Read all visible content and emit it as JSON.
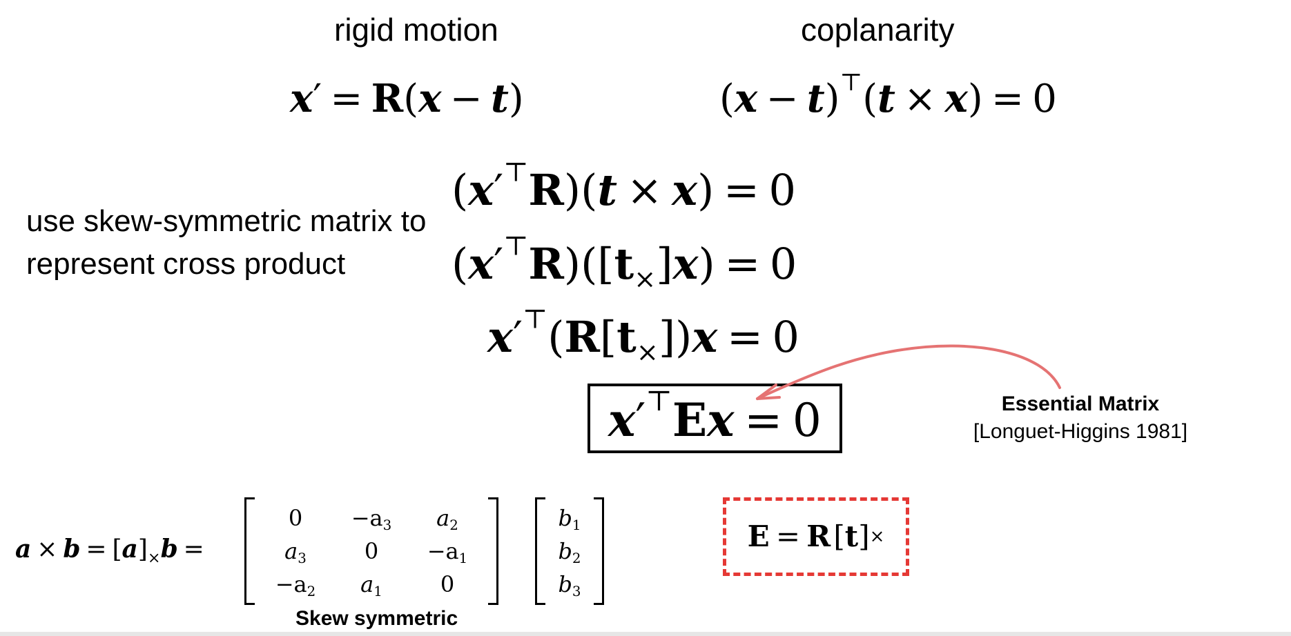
{
  "headings": {
    "rigid_motion": "rigid motion",
    "coplanarity": "coplanarity"
  },
  "note": "use skew-symmetric matrix to represent cross product",
  "essential_matrix": {
    "title": "Essential Matrix",
    "citation": "[Longuet-Higgins 1981]"
  },
  "skew_symmetric_label": "Skew symmetric",
  "matrix_a": [
    [
      "0",
      "−a",
      "3",
      "a",
      "2"
    ],
    [
      "a",
      "3",
      "0",
      "−a",
      "1"
    ],
    [
      "−a",
      "2",
      "a",
      "1",
      "0"
    ]
  ],
  "vector_b": [
    [
      "b",
      "1"
    ],
    [
      "b",
      "2"
    ],
    [
      "b",
      "3"
    ]
  ],
  "colors": {
    "arrow": "#e57373",
    "dashed_box": "#e53935",
    "text": "#000000"
  }
}
